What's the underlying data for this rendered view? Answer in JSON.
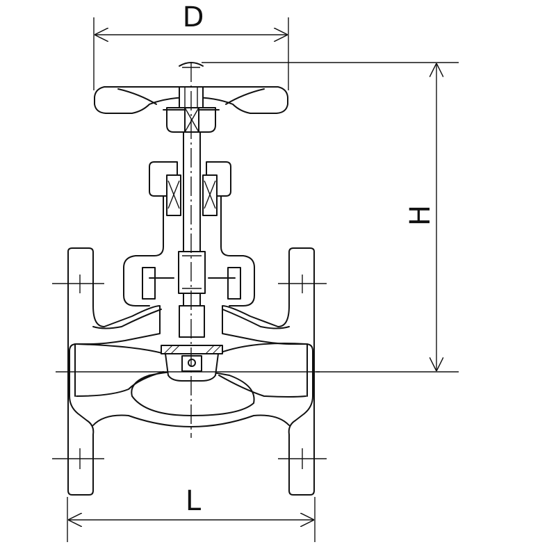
{
  "labels": {
    "diameter": "D",
    "height": "H",
    "length": "L"
  }
}
